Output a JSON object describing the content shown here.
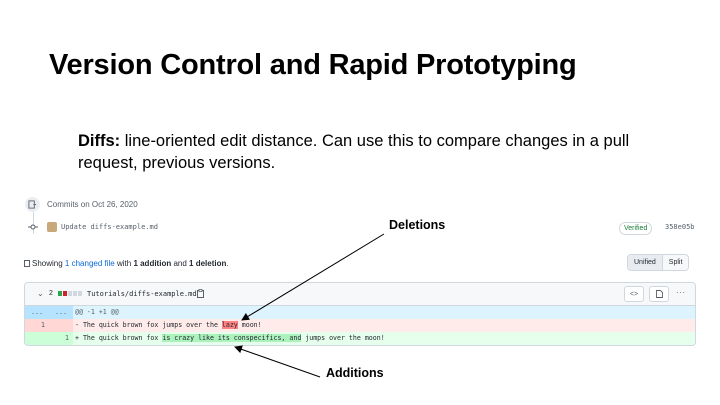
{
  "slide": {
    "title": "Version Control and Rapid Prototyping",
    "body_term": "Diffs:",
    "body_text": " line-oriented edit distance. Can use this to compare changes in a pull request, previous versions."
  },
  "commits": {
    "heading": "Commits on Oct 26, 2020",
    "message": "Update diffs-example.md",
    "verified": "Verified",
    "sha": "358e05b"
  },
  "summary": {
    "prefix": "Showing ",
    "count": "1",
    "link": "changed file",
    "middle": " with ",
    "additions": "1 addition",
    "and": " and ",
    "deletions": "1 deletion",
    "suffix": "."
  },
  "view_toggle": {
    "unified": "Unified",
    "split": "Split"
  },
  "file": {
    "change_count": "2",
    "path": "Tutorials/diffs-example.md",
    "blocks": [
      "#2da44e",
      "#cf222e",
      "#d0d7de",
      "#d0d7de",
      "#d0d7de"
    ]
  },
  "diff": {
    "hunk_ln1": "...",
    "hunk_ln2": "...",
    "hunk_header": "@@ -1 +1 @@",
    "del_ln": "1",
    "del_prefix": "- The quick brown fox jumps over the ",
    "del_highlight": "lazy",
    "del_suffix": " moon!",
    "add_ln": "1",
    "add_prefix": "+ The quick brown fox ",
    "add_highlight": "is crazy like its conspecifics, and",
    "add_suffix": " jumps over the moon!"
  },
  "annotations": {
    "deletions": "Deletions",
    "additions": "Additions"
  },
  "icons": {
    "commit": "git-commit-icon",
    "copy": "copy-icon",
    "code": "code-icon",
    "file": "file-icon",
    "more": "kebab-icon"
  }
}
